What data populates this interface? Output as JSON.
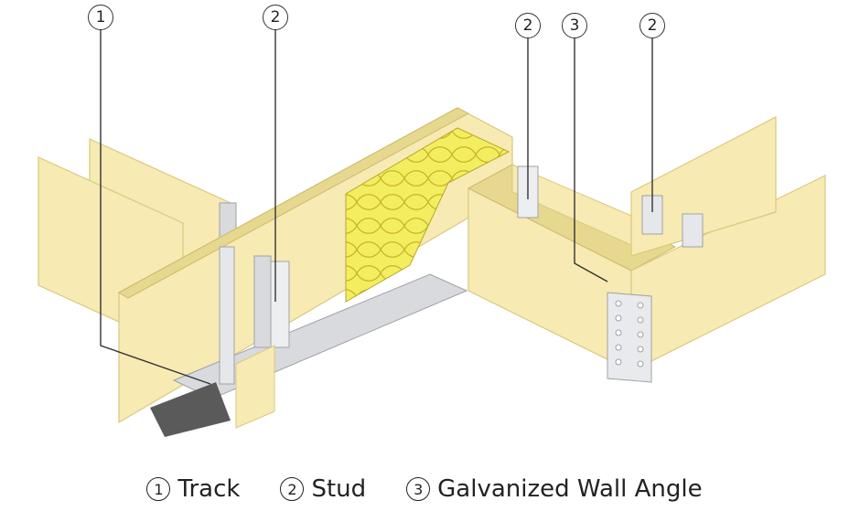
{
  "callouts": [
    {
      "id": "callout-track",
      "number": "1"
    },
    {
      "id": "callout-stud-left",
      "number": "2"
    },
    {
      "id": "callout-stud-middle",
      "number": "2"
    },
    {
      "id": "callout-wall-angle",
      "number": "3"
    },
    {
      "id": "callout-stud-right",
      "number": "2"
    }
  ],
  "legend": {
    "item1": {
      "number": "1",
      "label": "Track"
    },
    "item2": {
      "number": "2",
      "label": "Stud"
    },
    "item3": {
      "number": "3",
      "label": "Galvanized Wall Angle"
    }
  },
  "colors": {
    "board_face": "#f7eab3",
    "board_edge": "#e7d88f",
    "insulation": "#f3ee60",
    "metal": "#d9dade",
    "metal_dark": "#a9abb0",
    "floor_patch": "#5a5a5a"
  }
}
